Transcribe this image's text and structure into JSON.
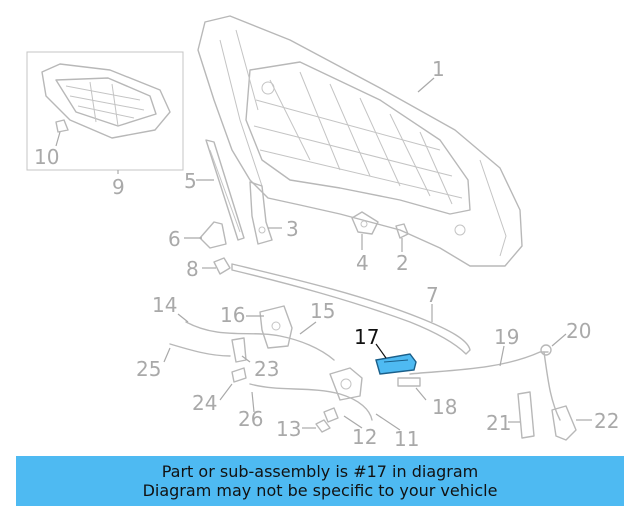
{
  "callouts": {
    "c1": "1",
    "c2": "2",
    "c3": "3",
    "c4": "4",
    "c5": "5",
    "c6": "6",
    "c7": "7",
    "c8": "8",
    "c9": "9",
    "c10": "10",
    "c11": "11",
    "c12": "12",
    "c13": "13",
    "c14": "14",
    "c15": "15",
    "c16": "16",
    "c17": "17",
    "c18": "18",
    "c19": "19",
    "c20": "20",
    "c21": "21",
    "c22": "22",
    "c23": "23",
    "c24": "24",
    "c25": "25",
    "c26": "26"
  },
  "highlight": {
    "part_number": "17",
    "color": "#4ebaf2"
  },
  "colors": {
    "line_art": "#b8b8b8",
    "caption_bg": "#4ebaf2",
    "highlight_text": "#111111"
  },
  "caption": {
    "line1": "Part or sub-assembly is #17 in diagram",
    "line2": "Diagram may not be specific to your vehicle"
  }
}
